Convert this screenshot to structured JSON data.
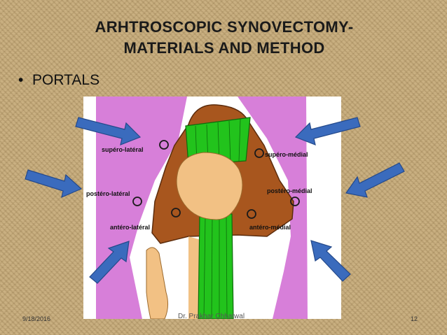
{
  "slide": {
    "title_line1": "ARHTROSCOPIC SYNOVECTOMY-",
    "title_line2": "MATERIALS AND METHOD",
    "bullet_marker": "•",
    "bullet_text": "PORTALS"
  },
  "diagram": {
    "labels": {
      "supero_lateral": "supéro-latéral",
      "supero_medial": "supéro-médial",
      "postero_lateral": "postéro-latéral",
      "postero_medial": "postéro-médial",
      "antero_lateral": "antéro-latéral",
      "antero_medial": "antéro-médial"
    },
    "colors": {
      "skin": "#d77fd9",
      "synovium": "#a8561e",
      "tendon": "#22c31c",
      "bone": "#f2c184",
      "arrow": "#3a6bbd"
    }
  },
  "footer": {
    "date": "9/18/2016",
    "author": "Dr. Prakhar Chhatwal",
    "page": "12"
  }
}
